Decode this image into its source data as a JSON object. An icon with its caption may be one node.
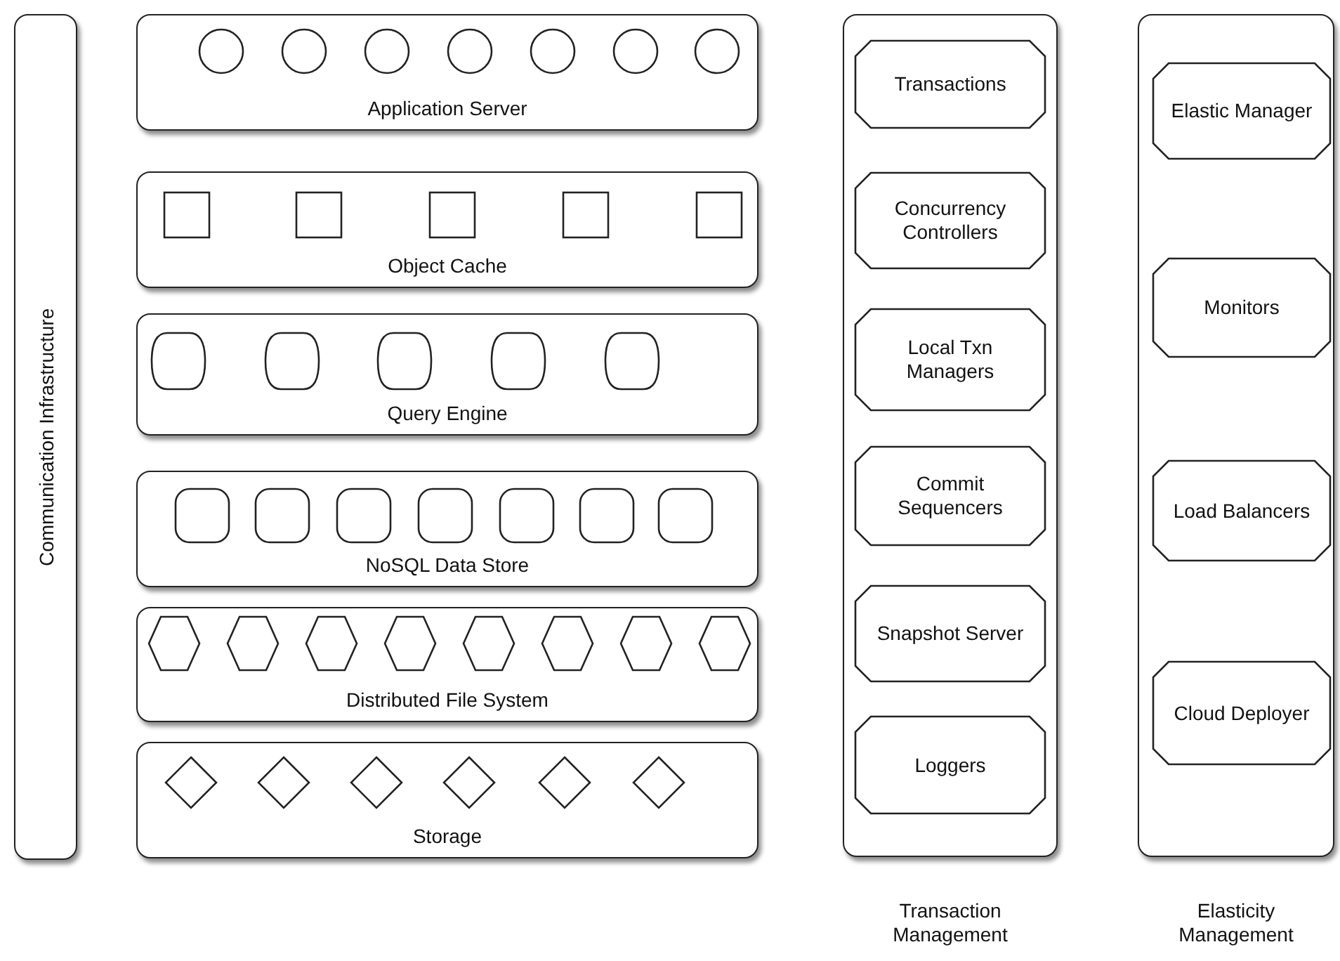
{
  "diagram": {
    "nodes": [
      {
        "text": [
          "Communication Infrastructure"
        ]
      },
      {
        "text": [
          "Application Server"
        ]
      },
      {
        "text": [],
        "shape": "circle",
        "in": 1
      },
      {
        "text": [],
        "shape": "circle",
        "in": 1
      },
      {
        "text": [],
        "shape": "circle",
        "in": 1
      },
      {
        "text": [],
        "shape": "circle",
        "in": 1
      },
      {
        "text": [],
        "shape": "circle",
        "in": 1
      },
      {
        "text": [],
        "shape": "circle",
        "in": 1
      },
      {
        "text": [],
        "shape": "circle",
        "in": 1
      },
      {
        "text": [
          "Object Cache"
        ]
      },
      {
        "text": [],
        "shape": "box",
        "in": 9
      },
      {
        "text": [],
        "shape": "box",
        "in": 9
      },
      {
        "text": [],
        "shape": "box",
        "in": 9
      },
      {
        "text": [],
        "shape": "box",
        "in": 9
      },
      {
        "text": [],
        "shape": "box",
        "in": 9
      },
      {
        "text": [
          "Query Engine"
        ]
      },
      {
        "text": [],
        "shape": "barrel",
        "in": 15
      },
      {
        "text": [],
        "shape": "barrel",
        "in": 15
      },
      {
        "text": [],
        "shape": "barrel",
        "in": 15
      },
      {
        "text": [],
        "shape": "barrel",
        "in": 15
      },
      {
        "text": [],
        "shape": "barrel",
        "in": 15
      },
      {
        "text": [
          "NoSQL Data Store"
        ]
      },
      {
        "text": [],
        "shape": "box",
        "in": 21
      },
      {
        "text": [],
        "shape": "box",
        "in": 21
      },
      {
        "text": [],
        "shape": "box",
        "in": 21
      },
      {
        "text": [],
        "shape": "box",
        "in": 21
      },
      {
        "text": [],
        "shape": "box",
        "in": 21
      },
      {
        "text": [],
        "shape": "box",
        "in": 21
      },
      {
        "text": [],
        "shape": "box",
        "in": 21
      },
      {
        "text": [
          "Distributed File System"
        ]
      },
      {
        "text": [],
        "shape": "hexagon",
        "in": 29
      },
      {
        "text": [],
        "shape": "hexagon",
        "in": 29
      },
      {
        "text": [],
        "shape": "hexagon",
        "in": 29
      },
      {
        "text": [],
        "shape": "hexagon",
        "in": 29
      },
      {
        "text": [],
        "shape": "hexagon",
        "in": 29
      },
      {
        "text": [],
        "shape": "hexagon",
        "in": 29
      },
      {
        "text": [],
        "shape": "hexagon",
        "in": 29
      },
      {
        "text": [],
        "shape": "hexagon",
        "in": 29
      },
      {
        "text": [
          "Storage"
        ]
      },
      {
        "text": [],
        "shape": "diamond",
        "in": 38
      },
      {
        "text": [],
        "shape": "diamond",
        "in": 38
      },
      {
        "text": [],
        "shape": "diamond",
        "in": 38
      },
      {
        "text": [],
        "shape": "diamond",
        "in": 38
      },
      {
        "text": [],
        "shape": "diamond",
        "in": 38
      },
      {
        "text": [],
        "shape": "diamond",
        "in": 38
      },
      {
        "text": [
          "Transaction Management"
        ]
      },
      {
        "text": [
          "Transactions"
        ],
        "in": 45
      },
      {
        "text": [
          "Concurrency Controllers"
        ],
        "in": 45
      },
      {
        "text": [
          "Local Txn Managers"
        ],
        "in": 45
      },
      {
        "text": [
          "Commit Sequencers"
        ],
        "in": 45
      },
      {
        "text": [
          "Snapshot Server"
        ],
        "in": 45
      },
      {
        "text": [
          "Loggers"
        ],
        "in": 45
      },
      {
        "text": [
          "Elasticity Management"
        ]
      },
      {
        "text": [
          "Elastic Manager"
        ],
        "in": 52
      },
      {
        "text": [
          "Monitors"
        ],
        "in": 52
      },
      {
        "text": [
          "Load Balancers"
        ],
        "in": 52
      },
      {
        "text": [
          "Cloud Deployer"
        ],
        "in": 52
      }
    ]
  }
}
